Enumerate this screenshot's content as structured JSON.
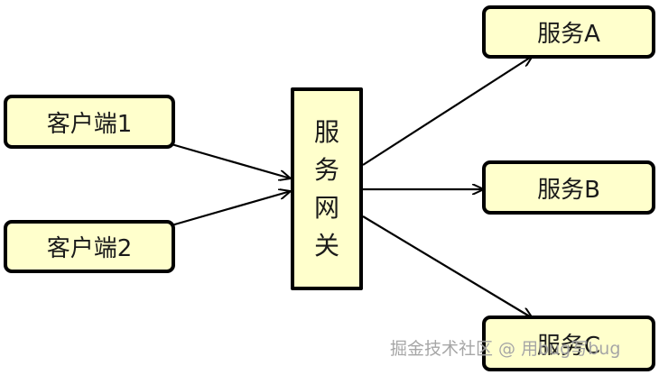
{
  "clients": [
    {
      "label": "客户端1"
    },
    {
      "label": "客户端2"
    }
  ],
  "gateway": {
    "chars": [
      "服",
      "务",
      "网",
      "关"
    ]
  },
  "services": [
    {
      "label": "服务A"
    },
    {
      "label": "服务B"
    },
    {
      "label": "服务C"
    }
  ],
  "watermark": "掘金技术社区 @ 用bug写bug",
  "colors": {
    "box_fill": "#ffffcc",
    "border": "#000000",
    "arrow": "#000000"
  }
}
